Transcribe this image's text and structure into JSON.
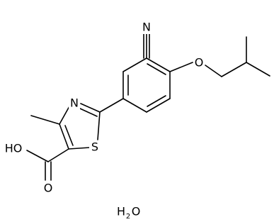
{
  "molecule": {
    "atoms": {
      "nitrile_n": "N",
      "ether_o": "O",
      "thiazole_n": "N",
      "thiazole_s": "S",
      "acid_oh": "HO",
      "acid_o": "O",
      "water": {
        "h": "H",
        "sub": "2",
        "o": "O"
      }
    }
  }
}
